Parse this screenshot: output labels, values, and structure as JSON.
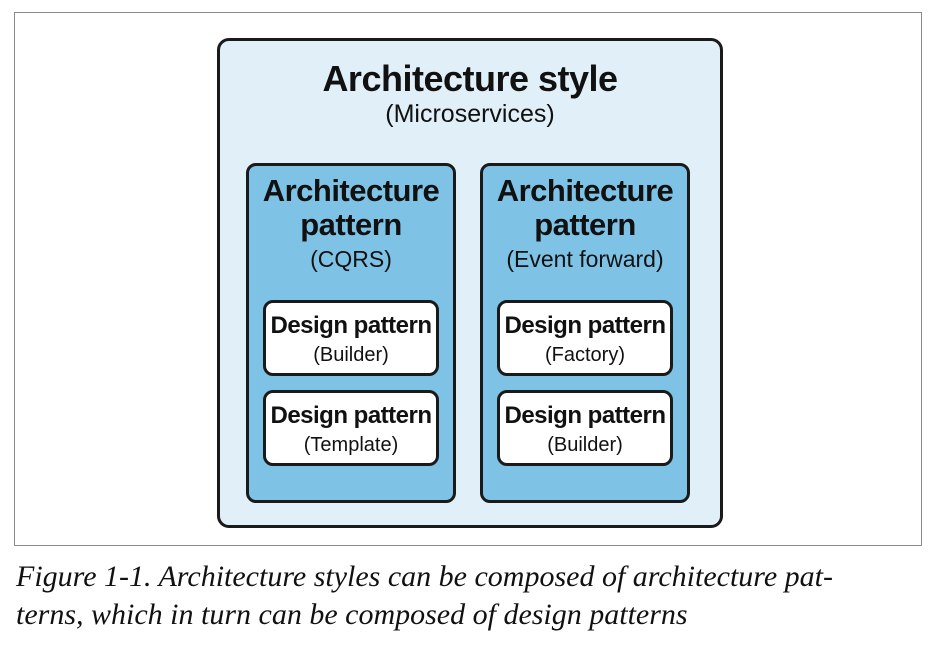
{
  "diagram": {
    "style": {
      "title": "Architecture style",
      "subtitle": "(Microservices)"
    },
    "patterns": [
      {
        "title_line1": "Architecture",
        "title_line2": "pattern",
        "subtitle": "(CQRS)",
        "designs": [
          {
            "title": "Design pattern",
            "subtitle": "(Builder)"
          },
          {
            "title": "Design pattern",
            "subtitle": "(Template)"
          }
        ]
      },
      {
        "title_line1": "Architecture",
        "title_line2": "pattern",
        "subtitle": "(Event forward)",
        "designs": [
          {
            "title": "Design pattern",
            "subtitle": "(Factory)"
          },
          {
            "title": "Design pattern",
            "subtitle": "(Builder)"
          }
        ]
      }
    ]
  },
  "caption": {
    "line1": "Figure 1-1. Architecture styles can be composed of architecture pat-",
    "line2": "terns, which in turn can be composed of design patterns"
  },
  "colors": {
    "style_fill": "#e1f0f8",
    "pattern_fill": "#7ec3e6",
    "design_fill": "#ffffff",
    "border": "#1a1a1a"
  }
}
